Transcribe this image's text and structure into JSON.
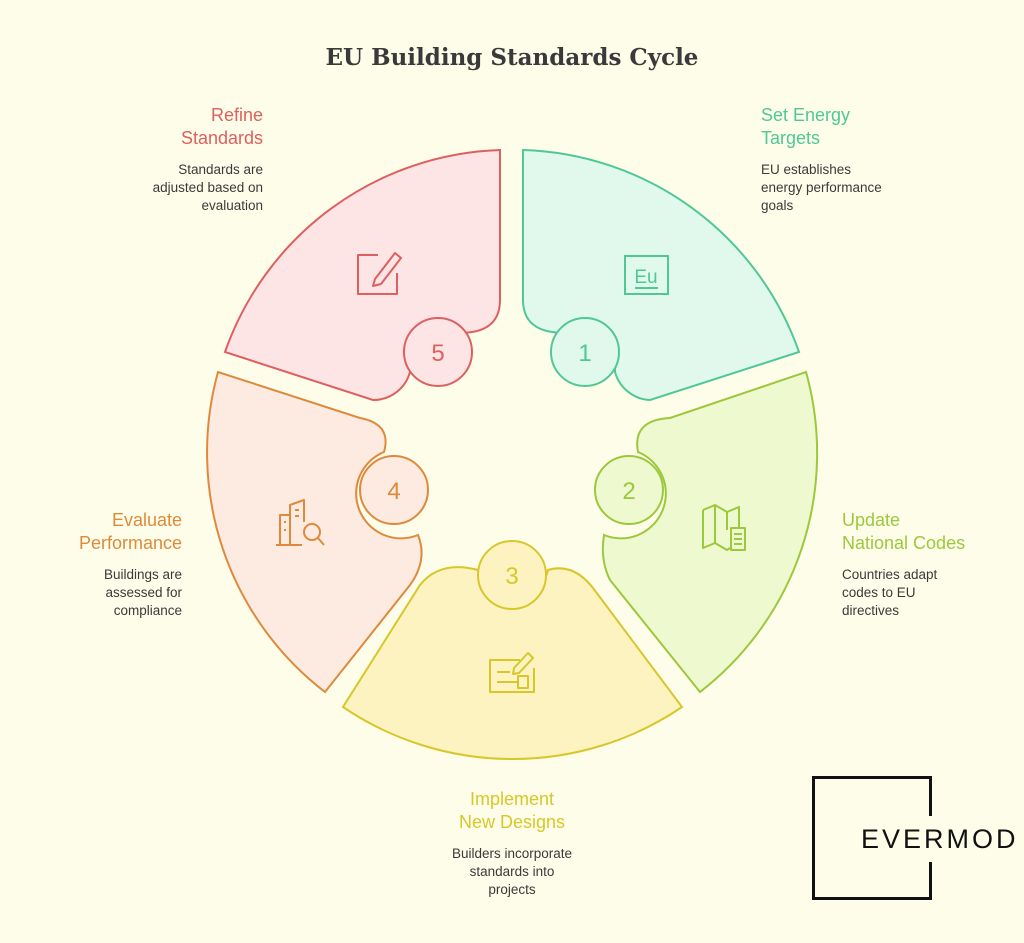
{
  "title": "EU Building Standards Cycle",
  "colors": {
    "step1": "#4fc896",
    "step2": "#9cc83c",
    "step3": "#d8c72a",
    "step4": "#de8a3c",
    "step5": "#de5f5f"
  },
  "steps": [
    {
      "number": "1",
      "label": "Set Energy\nTargets",
      "description": "EU establishes\nenergy performance\ngoals",
      "icon": "eu-document-icon"
    },
    {
      "number": "2",
      "label": "Update\nNational Codes",
      "description": "Countries adapt\ncodes to EU\ndirectives",
      "icon": "map-document-icon"
    },
    {
      "number": "3",
      "label": "Implement\nNew Designs",
      "description": "Builders incorporate\nstandards into\nprojects",
      "icon": "blueprint-pencil-icon"
    },
    {
      "number": "4",
      "label": "Evaluate\nPerformance",
      "description": "Buildings are\nassessed for\ncompliance",
      "icon": "building-magnifier-icon"
    },
    {
      "number": "5",
      "label": "Refine\nStandards",
      "description": "Standards are\nadjusted based on\nevaluation",
      "icon": "edit-pencil-icon"
    }
  ],
  "logo": {
    "text": "EVERMOD"
  }
}
